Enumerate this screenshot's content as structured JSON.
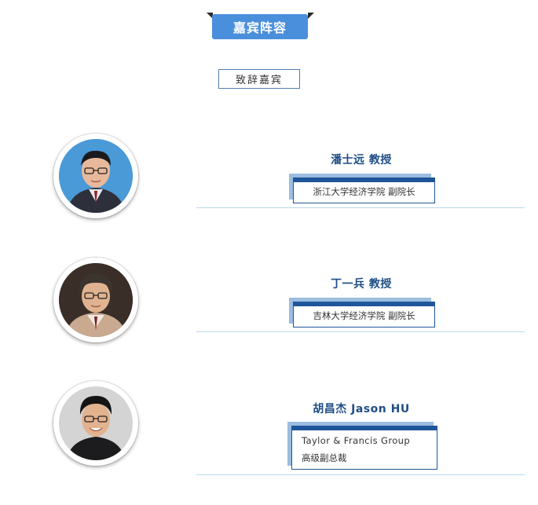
{
  "header": {
    "title": "嘉宾阵容",
    "subheading": "致辞嘉宾"
  },
  "colors": {
    "title_tab": "#4a8fdc",
    "name_text": "#1f4e86",
    "card_border": "#1f5699",
    "card_shadow": "#9cbde0",
    "divider": "#b7dbe8"
  },
  "speakers": [
    {
      "name": "潘士远 教授",
      "affiliation_lines": [
        "浙江大学经济学院 副院长"
      ]
    },
    {
      "name": "丁一兵 教授",
      "affiliation_lines": [
        "吉林大学经济学院 副院长"
      ]
    },
    {
      "name": "胡昌杰 Jason HU",
      "affiliation_lines": [
        "Taylor & Francis Group",
        "高级副总裁"
      ]
    }
  ]
}
